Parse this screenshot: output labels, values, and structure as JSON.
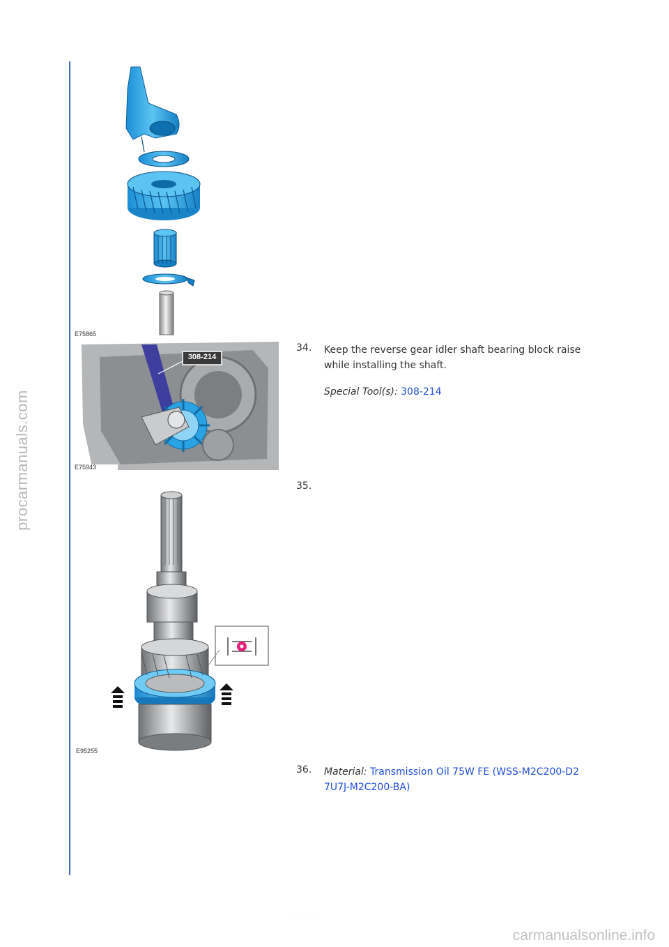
{
  "watermarks": {
    "side": "procarmanuals.com",
    "bottom": "carmanualsonline.info"
  },
  "figures": [
    {
      "code": "E75865"
    },
    {
      "code": "E75943",
      "callout": "308-214"
    },
    {
      "code": "E95255"
    }
  ],
  "steps": [
    {
      "number": "34.",
      "line1": "Keep the reverse gear idler shaft bearing block raise",
      "line2": "while installing the shaft.",
      "tool_label": "Special Tool(s):",
      "tool_value": "308-214"
    },
    {
      "number": "35."
    },
    {
      "number": "36.",
      "material_label": "Material:",
      "material_line1": "Transmission Oil 75W FE (WSS-M2C200-D2",
      "material_line2": "7U7J-M2C200-BA)"
    }
  ],
  "footer": "· · ·  · ·",
  "colors": {
    "rule": "#3c68b0",
    "link": "#1d4fd6",
    "part_blue": "#2ea7e6"
  }
}
